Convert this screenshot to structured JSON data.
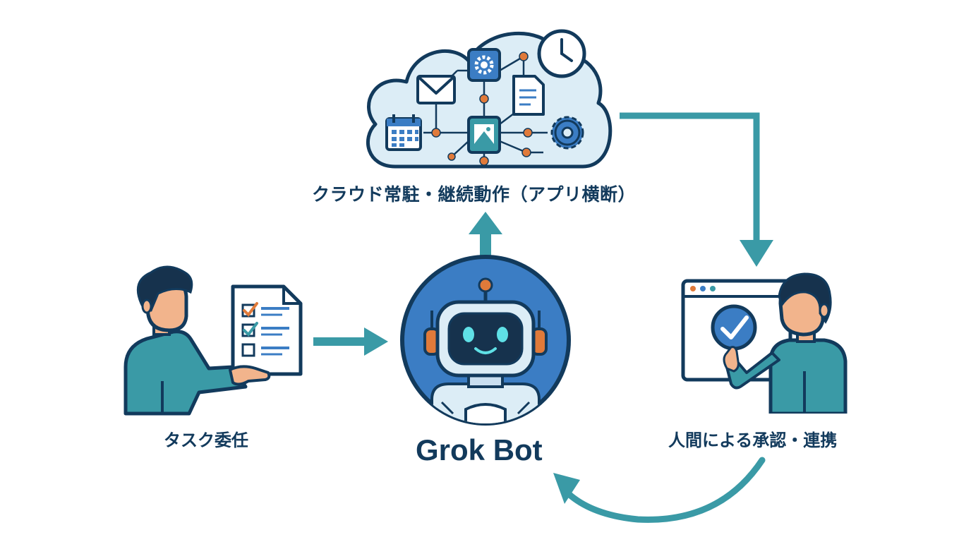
{
  "labels": {
    "cloud": "クラウド常駐・継続動作（アプリ横断）",
    "task": "タスク委任",
    "bot": "Grok Bot",
    "approval": "人間による承認・連携"
  },
  "colors": {
    "dark_navy": "#123a5c",
    "teal": "#3a9aa6",
    "blue": "#3b7dc4",
    "light_blue": "#dcedf6",
    "orange": "#e07a3a",
    "skin": "#f2b48c"
  }
}
